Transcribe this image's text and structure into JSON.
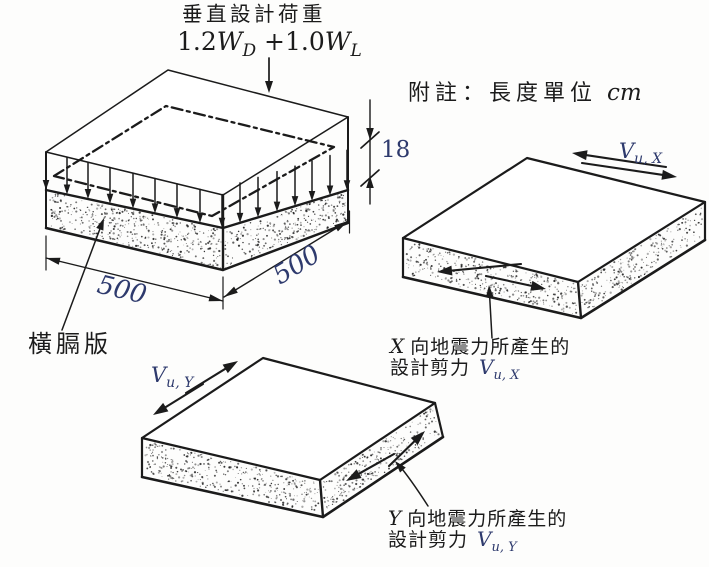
{
  "colors": {
    "paper": "#fdfdfc",
    "ink": "#1b1b1b",
    "math_ink": "#2e3a6d"
  },
  "texts": {
    "load_title": "垂直設計荷重",
    "formula": {
      "a": "1.2",
      "w1": "W",
      "s1": "D",
      "plus": " +1.0",
      "w2": "W",
      "s2": "L"
    },
    "note_label": "附註：長度單位",
    "note_unit": "cm",
    "thickness": "18",
    "dim_left": "500",
    "dim_right": "500",
    "diaphragm": "橫膈版",
    "vux": {
      "v": "V",
      "sub": "u, X"
    },
    "vuy": {
      "v": "V",
      "sub": "u, Y"
    },
    "cap_x": {
      "var": "X",
      "line1": "向地震力所產生的",
      "line2": "設計剪力",
      "v": "V",
      "sub": "u, X"
    },
    "cap_y": {
      "var": "Y",
      "line1": "向地震力所產生的",
      "line2": "設計剪力",
      "v": "V",
      "sub": "u, Y"
    }
  }
}
